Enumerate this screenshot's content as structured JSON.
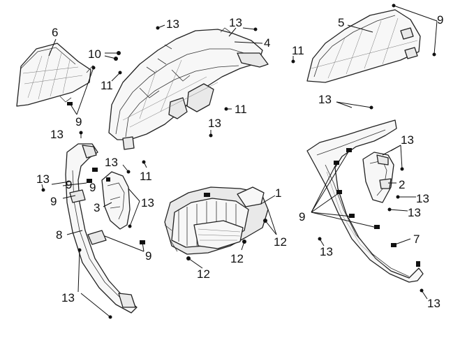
{
  "callouts": {
    "c1": "1",
    "c2": "2",
    "c3": "3",
    "c4": "4",
    "c5": "5",
    "c6": "6",
    "c7": "7",
    "c8": "8",
    "c9a": "9",
    "c9b": "9",
    "c9c": "9",
    "c9d": "9",
    "c9e": "9",
    "c9f": "9",
    "c9g": "9",
    "c10": "10",
    "c11a": "11",
    "c11b": "11",
    "c11c": "11",
    "c11d": "11",
    "c12a": "12",
    "c12b": "12",
    "c12c": "12",
    "c13a": "13",
    "c13b": "13",
    "c13c": "13",
    "c13d": "13",
    "c13e": "13",
    "c13f": "13",
    "c13g": "13",
    "c13h": "13",
    "c13i": "13",
    "c13j": "13",
    "c13k": "13",
    "c13l": "13",
    "c13m": "13",
    "c13n": "13"
  }
}
